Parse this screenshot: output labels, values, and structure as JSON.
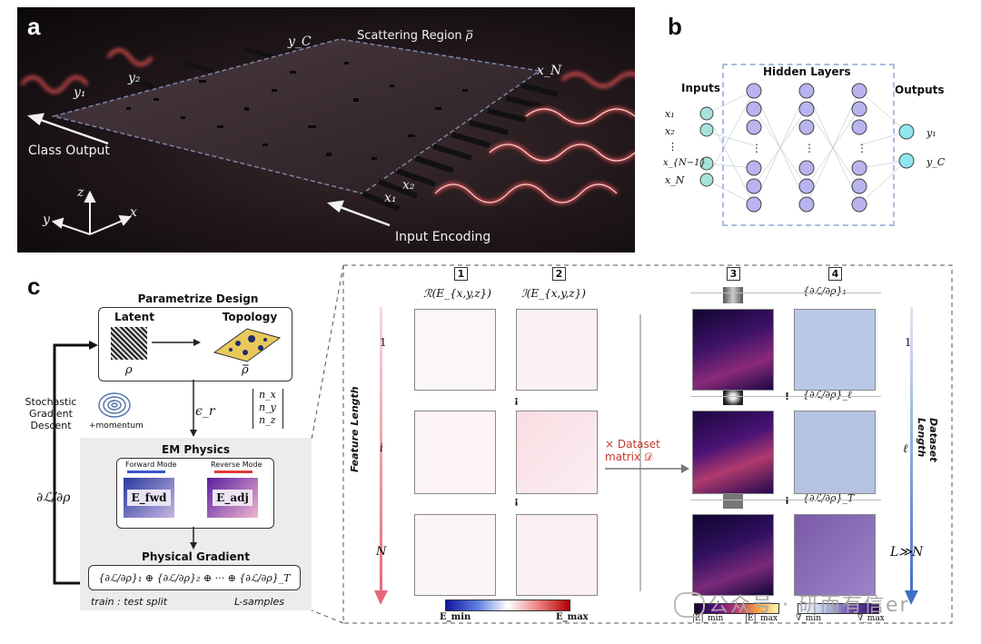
{
  "panels": {
    "a": "a",
    "b": "b",
    "c": "c"
  },
  "panel_a": {
    "region_label": "Scattering Region",
    "region_symbol": "ρ̿",
    "class_output": "Class Output",
    "input_encoding": "Input Encoding",
    "y1": "y₁",
    "y2": "y₂",
    "yc": "y_C",
    "xN": "x_N",
    "x2": "x₂",
    "x1": "x₁",
    "axis_z": "z",
    "axis_y": "y",
    "axis_x": "x"
  },
  "panel_b": {
    "hidden_layers": "Hidden Layers",
    "inputs": "Inputs",
    "outputs": "Outputs",
    "input_labels": [
      "x₁",
      "x₂",
      "⋮",
      "x_{N−1}",
      "x_N"
    ],
    "output_labels": [
      "y₁",
      "y_C"
    ]
  },
  "panel_c": {
    "parametrize_design": "Parametrize Design",
    "latent": "Latent",
    "topology": "Topology",
    "rho": "ρ",
    "rho_bar": "ρ̿",
    "sgd": "Stochastic Gradient Descent",
    "momentum": "+momentum",
    "eps": "ϵ_r",
    "n_vector": [
      "n_x",
      "n_y",
      "n_z"
    ],
    "em_physics": "EM Physics",
    "forward_mode": "Forward Mode",
    "reverse_mode": "Reverse Mode",
    "e_fwd": "E_fwd",
    "e_adj": "E_adj",
    "dL_drho": "∂ℒ/∂ρ",
    "physical_gradient": "Physical Gradient",
    "gradient_sum": "{∂ℒ/∂ρ}₁ ⊕ {∂ℒ/∂ρ}₂ ⊕ ··· ⊕ {∂ℒ/∂ρ}_T",
    "split": "train : test split",
    "samples": "L-samples",
    "col_nums": [
      "1",
      "2",
      "3",
      "4"
    ],
    "col1_label": "ℛ(E_{x,y,z})",
    "col2_label": "ℐ(E_{x,y,z})",
    "col4_labels": [
      "{∂ℒ/∂ρ}₁",
      "{∂ℒ/∂ρ}_ℓ",
      "{∂ℒ/∂ρ}_T"
    ],
    "feature_length": "Feature Length",
    "dataset_length": "Dataset Length",
    "row_labels_left": [
      "1",
      "i",
      "N"
    ],
    "row_labels_right": [
      "1",
      "ℓ",
      "L≫N"
    ],
    "dataset_matrix": "× Dataset matrix 𝒟",
    "e_min": "E_min",
    "e_max": "E_max",
    "abs_e_min": "|E|_min",
    "abs_e_max": "|E|_max",
    "grad_min": "∇_min",
    "grad_max": "∇_max",
    "watermark": "公众号 · 研而有信er"
  },
  "colors": {
    "accent_red": "#e23a3a",
    "accent_blue": "#3b55c9",
    "plasma": "#2a0a5e",
    "grad_blue": "#b9c8e6"
  }
}
